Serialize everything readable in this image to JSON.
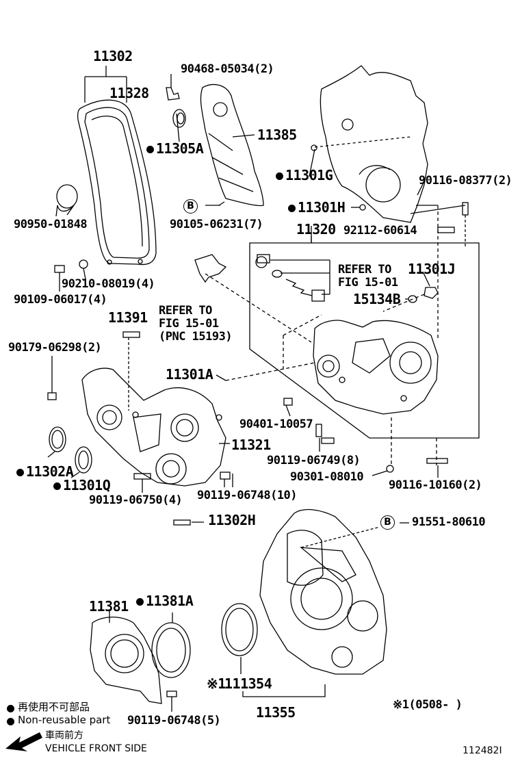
{
  "labels": {
    "p11302": "11302",
    "p11328": "11328",
    "p90468": "90468-05034(2)",
    "p11305A": "11305A",
    "p11385": "11385",
    "p11301G": "11301G",
    "p90116_08377": "90116-08377(2)",
    "p90950": "90950-01848",
    "p90105": "90105-06231(7)",
    "p11301H": "11301H",
    "p11320": "11320",
    "p92112": "92112-60614",
    "p90210": "90210-08019(4)",
    "p90109": "90109-06017(4)",
    "p11301J": "11301J",
    "p15134B": "15134B",
    "refer1a": "REFER TO",
    "refer1b": "FIG 15-01",
    "refer2a": "REFER TO",
    "refer2b": "FIG 15-01",
    "refer2c": "(PNC 15193)",
    "p11391": "11391",
    "p90179": "90179-06298(2)",
    "p11301A": "11301A",
    "p90401": "90401-10057",
    "p11321": "11321",
    "p11302A": "11302A",
    "p90119_06749": "90119-06749(8)",
    "p11301Q": "11301Q",
    "p90301": "90301-08010",
    "p90116_10160": "90116-10160(2)",
    "p90119_06750": "90119-06750(4)",
    "p90119_06748_10": "90119-06748(10)",
    "p11302H": "11302H",
    "p91551": "91551-80610",
    "p11381": "11381",
    "p11381A": "11381A",
    "p111354": "111354",
    "p11355": "11355",
    "p90119_06748_5": "90119-06748(5)",
    "note_mark": "※1",
    "note1": "※1(0508-      )",
    "b_mark1": "B",
    "b_mark2": "B"
  },
  "legend": {
    "jp_nonreusable": "再使用不可部品",
    "en_nonreusable": "Non-reusable part",
    "jp_front": "車両前方",
    "en_front": "VEHICLE FRONT SIDE"
  },
  "figure_id": "112482I",
  "colors": {
    "ink": "#000000",
    "paper": "#ffffff"
  }
}
